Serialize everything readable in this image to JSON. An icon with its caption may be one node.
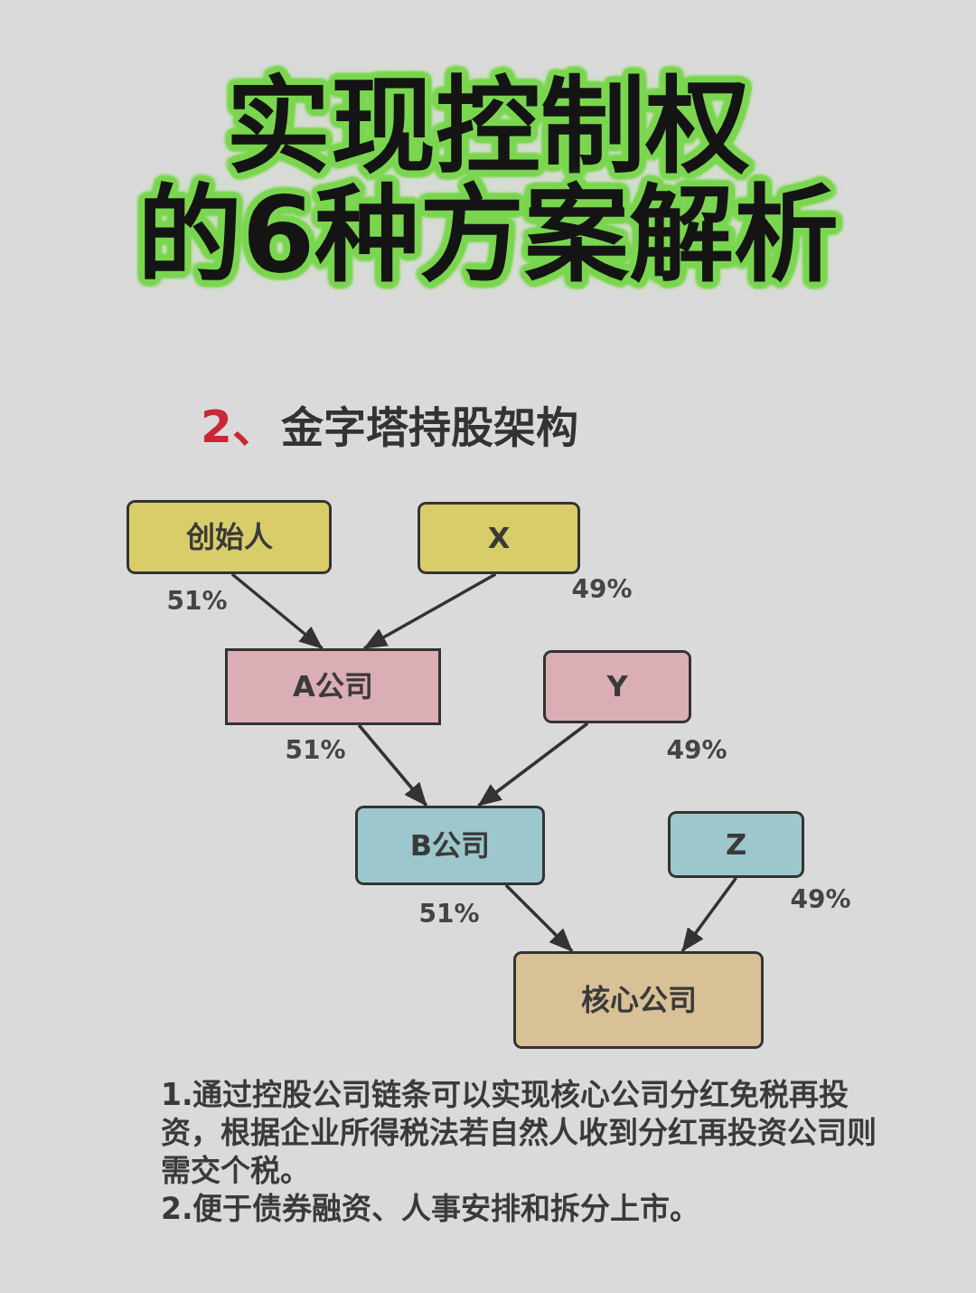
{
  "diagram": {
    "title": "实现控制权的6种方案解析",
    "nodes": [
      {
        "text": [
          "创始人"
        ]
      },
      {
        "text": [
          "X"
        ]
      },
      {
        "text": [
          "A公司"
        ]
      },
      {
        "text": [
          "Y"
        ]
      },
      {
        "text": [
          "B公司"
        ]
      },
      {
        "text": [
          "Z"
        ]
      },
      {
        "text": [
          "核心公司"
        ]
      }
    ],
    "edges": [
      {
        "from": 0,
        "to": 2,
        "arrow": "to",
        "label": "51%"
      },
      {
        "from": 1,
        "to": 2,
        "arrow": "to",
        "label": "49%"
      },
      {
        "from": 2,
        "to": 4,
        "arrow": "to",
        "label": "51%"
      },
      {
        "from": 3,
        "to": 4,
        "arrow": "to",
        "label": "49%"
      },
      {
        "from": 4,
        "to": 6,
        "arrow": "to",
        "label": "51%"
      },
      {
        "from": 5,
        "to": 6,
        "arrow": "to",
        "label": "49%"
      }
    ],
    "labels": [
      "2、",
      "金字塔持股架构",
      "1.通过控股公司链条可以实现核心公司分红免税再投资，根据企业所得税法若自然人收到分红再投资公司则需交个税。",
      "2.便于债券融资、人事安排和拆分上市。"
    ]
  }
}
